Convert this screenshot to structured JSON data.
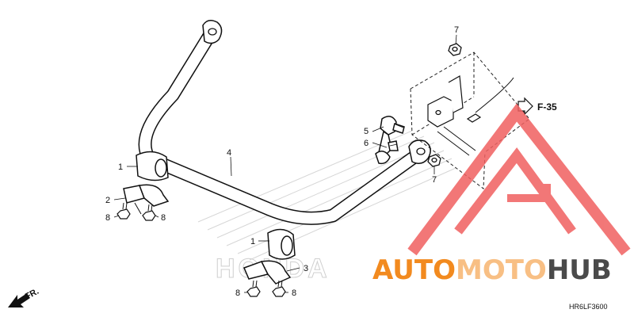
{
  "callouts": {
    "c1a": "1",
    "c1b": "1",
    "c2": "2",
    "c3": "3",
    "c4": "4",
    "c5": "5",
    "c6": "6",
    "c7a": "7",
    "c7b": "7",
    "c8a": "8",
    "c8b": "8",
    "c8c": "8",
    "c8d": "8"
  },
  "reference": "F-35",
  "front_marker": "FR.",
  "diagram_code": "HR6LF3600",
  "watermark": {
    "honda": "HONDA",
    "brand_part1": "AUTO",
    "brand_part2": "MOTO",
    "brand_part3": "HUB",
    "colors": {
      "accent": "#f28a1f",
      "dark": "#4a4a4a",
      "triangle": "#f06060"
    }
  }
}
